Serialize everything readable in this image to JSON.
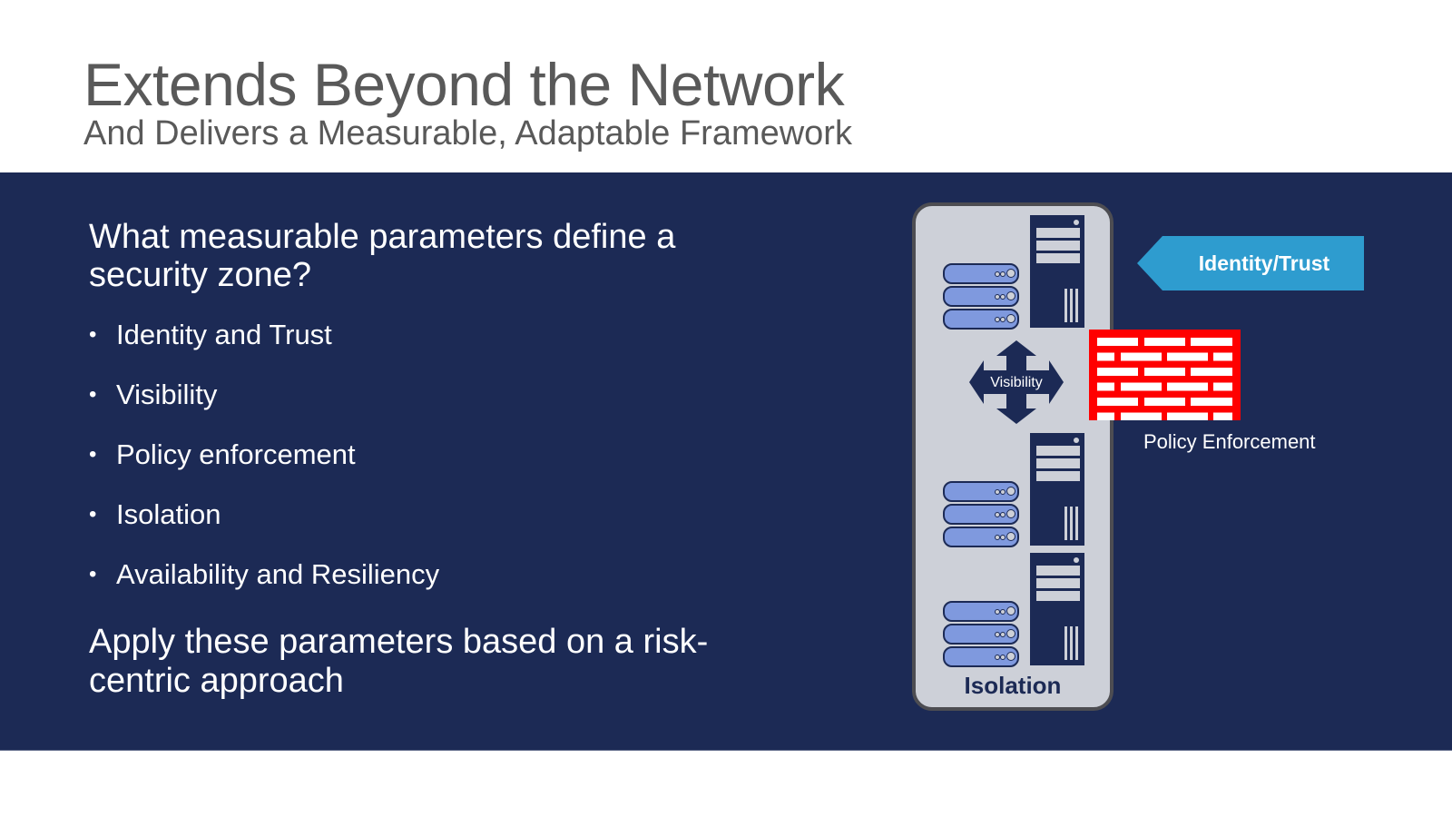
{
  "slide": {
    "title": "Extends Beyond the Network",
    "subtitle": "And Delivers a Measurable, Adaptable Framework"
  },
  "content": {
    "question": "What measurable parameters define a security zone?",
    "bullet_glyph": "•",
    "bullets": [
      "Identity and Trust",
      "Visibility",
      "Policy enforcement",
      "Isolation",
      "Availability and Resiliency"
    ],
    "closing": "Apply these parameters based on a risk-centric approach"
  },
  "diagram": {
    "zone_label": "Isolation",
    "visibility_label": "Visibility",
    "identity_label": "Identity/Trust",
    "policy_label": "Policy Enforcement",
    "colors": {
      "background_band": "#1c2a55",
      "zone_fill": "#cdd0d8",
      "zone_border": "#4d4d52",
      "drive_fill": "#7f99de",
      "identity_arrow": "#2e9ccf",
      "firewall": "#ff0000"
    },
    "server_groups": 3,
    "drives_per_group": 3
  }
}
